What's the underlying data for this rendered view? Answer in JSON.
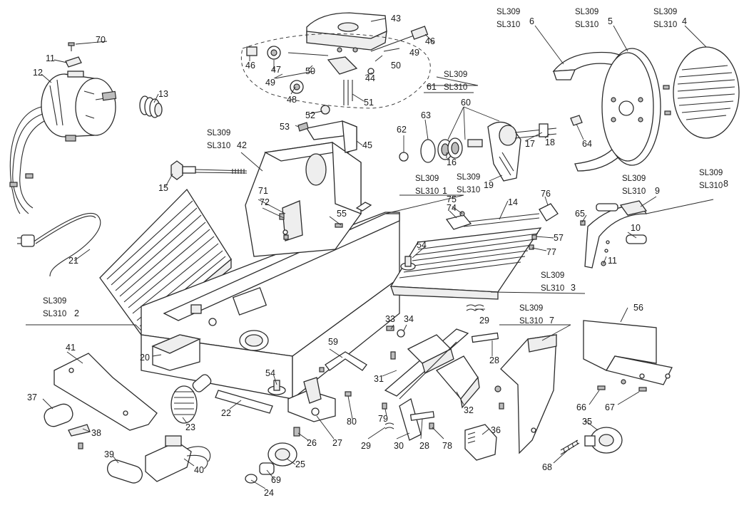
{
  "diagram": {
    "type": "exploded parts diagram",
    "model_codes": [
      "SL309",
      "SL310"
    ],
    "part_numbers": [
      "70",
      "11",
      "12",
      "13",
      "15",
      "21",
      "41",
      "37",
      "38",
      "39",
      "40",
      "20",
      "23",
      "22",
      "54",
      "24",
      "69",
      "25",
      "26",
      "27",
      "80",
      "59",
      "79",
      "29",
      "30",
      "28",
      "78",
      "31",
      "32",
      "33",
      "34",
      "35",
      "36",
      "56",
      "66",
      "67",
      "68",
      "7",
      "3",
      "2",
      "1",
      "42",
      "71",
      "72",
      "55",
      "43",
      "46",
      "47",
      "48",
      "49",
      "50",
      "44",
      "51",
      "52",
      "53",
      "45",
      "61",
      "62",
      "63",
      "16",
      "60",
      "17",
      "18",
      "19",
      "6",
      "5",
      "4",
      "64",
      "9",
      "8",
      "65",
      "10",
      "14",
      "74",
      "75",
      "76",
      "57",
      "77"
    ]
  },
  "labels": {
    "p70": "70",
    "p11": "11",
    "p12": "12",
    "p13": "13",
    "p15": "15",
    "p21": "21",
    "p41": "41",
    "p37": "37",
    "p38": "38",
    "p39": "39",
    "p40": "40",
    "p20": "20",
    "p23": "23",
    "p22": "22",
    "p54a": "54",
    "p54b": "54",
    "p24": "24",
    "p69": "69",
    "p25": "25",
    "p26": "26",
    "p27": "27",
    "p80": "80",
    "p59": "59",
    "p79": "79",
    "p29a": "29",
    "p29b": "29",
    "p30": "30",
    "p28a": "28",
    "p28b": "28",
    "p78": "78",
    "p31": "31",
    "p32": "32",
    "p33": "33",
    "p34": "34",
    "p35": "35",
    "p36": "36",
    "p56": "56",
    "p66": "66",
    "p67": "67",
    "p68": "68",
    "p7": "7",
    "p3": "3",
    "p2": "2",
    "p1": "1",
    "p42": "42",
    "p71": "71",
    "p72": "72",
    "p55": "55",
    "p43": "43",
    "p46a": "46",
    "p46b": "46",
    "p47": "47",
    "p48": "48",
    "p49a": "49",
    "p49b": "49",
    "p50a": "50",
    "p50b": "50",
    "p44": "44",
    "p51": "51",
    "p52": "52",
    "p53": "53",
    "p45": "45",
    "p61": "61",
    "p62": "62",
    "p63": "63",
    "p16": "16",
    "p60": "60",
    "p17": "17",
    "p18": "18",
    "p19": "19",
    "p6": "6",
    "p5": "5",
    "p4": "4",
    "p64": "64",
    "p9": "9",
    "p8": "8",
    "p65": "65",
    "p10": "10",
    "p14": "14",
    "p74": "74",
    "p75": "75",
    "p76": "76",
    "p57": "57",
    "p77": "77"
  },
  "models": {
    "a": "SL309",
    "b": "SL310"
  }
}
